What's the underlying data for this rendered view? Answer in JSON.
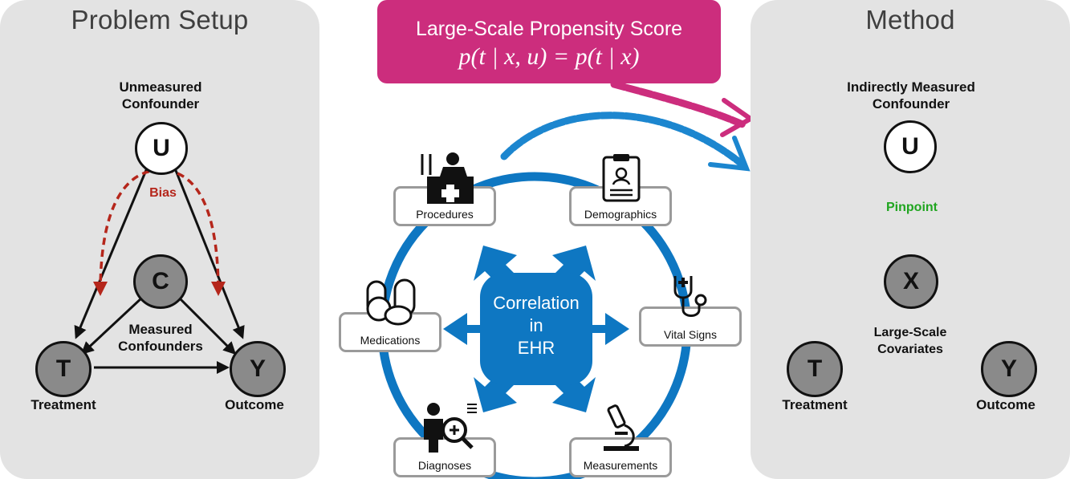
{
  "left_panel": {
    "title": "Problem Setup",
    "u_label_line1": "Unmeasured",
    "u_label_line2": "Confounder",
    "u_node": "U",
    "bias_label": "Bias",
    "c_node": "C",
    "c_label_line1": "Measured",
    "c_label_line2": "Confounders",
    "t_node": "T",
    "y_node": "Y",
    "treatment_label": "Treatment",
    "outcome_label": "Outcome"
  },
  "banner": {
    "title": "Large-Scale Propensity Score",
    "formula": "p(t | x, u) = p(t | x)"
  },
  "center": {
    "box_line1": "Correlation",
    "box_line2": "in",
    "box_line3": "EHR",
    "cards": {
      "procedures": "Procedures",
      "demographics": "Demographics",
      "medications": "Medications",
      "vital_signs": "Vital Signs",
      "diagnoses": "Diagnoses",
      "measurements": "Measurements"
    }
  },
  "right_panel": {
    "title": "Method",
    "u_label_line1": "Indirectly Measured",
    "u_label_line2": "Confounder",
    "u_node": "U",
    "pinpoint_label": "Pinpoint",
    "x_node": "X",
    "x_label_line1": "Large-Scale",
    "x_label_line2": "Covariates",
    "t_node": "T",
    "y_node": "Y",
    "treatment_label": "Treatment",
    "outcome_label": "Outcome"
  },
  "colors": {
    "panel_bg": "#e3e3e3",
    "banner": "#cc2d7d",
    "ehr_blue": "#0e77c2",
    "bias_red": "#b5261b",
    "pinpoint_green": "#1fa51f"
  }
}
